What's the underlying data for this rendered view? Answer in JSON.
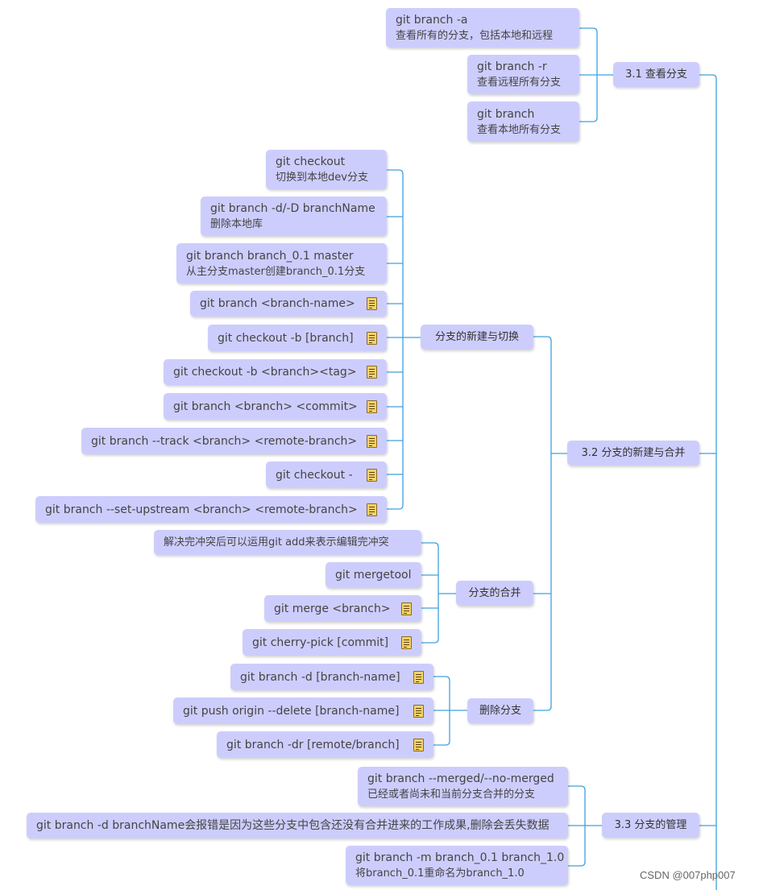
{
  "s31": {
    "label": "3.1 查看分支",
    "items": [
      {
        "cmd": "git branch -a",
        "desc": "查看所有的分支，包括本地和远程"
      },
      {
        "cmd": "git branch -r",
        "desc": "查看远程所有分支"
      },
      {
        "cmd": "git branch",
        "desc": "查看本地所有分支"
      }
    ]
  },
  "s32": {
    "label": "3.2 分支的新建与合并",
    "create": {
      "label": "分支的新建与切换",
      "items": [
        {
          "cmd": "git checkout",
          "desc": "切换到本地dev分支"
        },
        {
          "cmd": "git branch -d/-D branchName",
          "desc": "删除本地库"
        },
        {
          "cmd": "git branch branch_0.1 master",
          "desc": "从主分支master创建branch_0.1分支"
        },
        {
          "cmd": "git branch <branch-name>"
        },
        {
          "cmd": "git checkout -b [branch]"
        },
        {
          "cmd": "git checkout -b <branch><tag>"
        },
        {
          "cmd": "git branch <branch> <commit>"
        },
        {
          "cmd": "git branch --track <branch> <remote-branch>"
        },
        {
          "cmd": "git checkout -"
        },
        {
          "cmd": "git branch --set-upstream <branch> <remote-branch>"
        }
      ]
    },
    "merge": {
      "label": "分支的合并",
      "items": [
        {
          "cmd": "解决完冲突后可以运用git add来表示编辑完冲突"
        },
        {
          "cmd": "git mergetool"
        },
        {
          "cmd": "git merge <branch>"
        },
        {
          "cmd": "git cherry-pick [commit]"
        }
      ]
    },
    "delete": {
      "label": "删除分支",
      "items": [
        {
          "cmd": "git branch -d [branch-name]"
        },
        {
          "cmd": "git push origin --delete [branch-name]"
        },
        {
          "cmd": "git branch -dr [remote/branch]"
        }
      ]
    }
  },
  "s33": {
    "label": "3.3 分支的管理",
    "items": [
      {
        "cmd": "git branch --merged/--no-merged",
        "desc": "已经或者尚未和当前分支合并的分支"
      },
      {
        "cmd": "git branch -d branchName会报错是因为这些分支中包含还没有合并进来的工作成果,删除会丢失数据"
      },
      {
        "cmd": "git branch -m branch_0.1 branch_1.0",
        "desc": "将branch_0.1重命名为branch_1.0"
      }
    ]
  },
  "watermark": "CSDN @007php007",
  "colors": {
    "node": "#cdcdfd",
    "line": "#3ea2de",
    "note": "#f6d26a"
  }
}
